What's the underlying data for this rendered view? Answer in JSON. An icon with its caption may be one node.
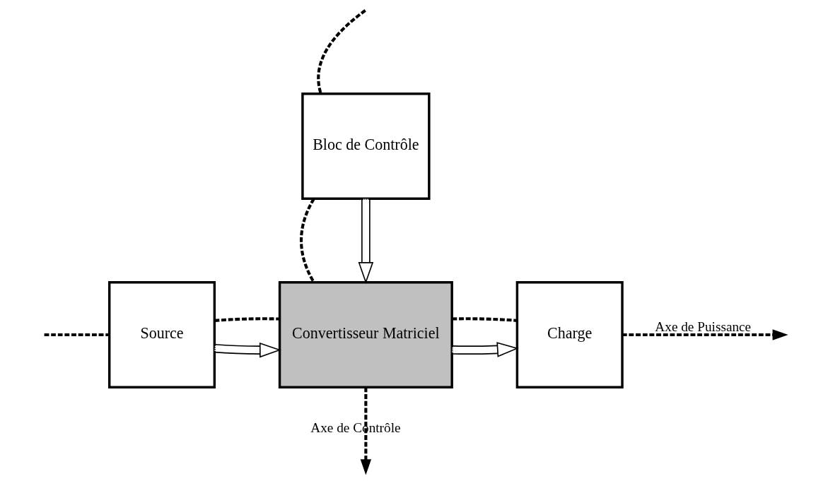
{
  "diagram": {
    "nodes": [
      {
        "text": [
          "Source"
        ]
      },
      {
        "text": [
          "Convertisseur Matriciel"
        ]
      },
      {
        "text": [
          "Charge"
        ]
      },
      {
        "text": [
          "Bloc de Contrôle"
        ]
      }
    ],
    "edges": [
      {
        "from": 0,
        "to": 1,
        "arrow": "to"
      },
      {
        "from": 1,
        "to": 2,
        "arrow": "to"
      },
      {
        "from": 3,
        "to": 1,
        "arrow": "to"
      },
      {
        "from": null,
        "to": 0,
        "arrow": "none",
        "style": "dashed"
      },
      {
        "from": 0,
        "to": 1,
        "arrow": "none",
        "style": "dashed"
      },
      {
        "from": 1,
        "to": 2,
        "arrow": "none",
        "style": "dashed"
      },
      {
        "from": 2,
        "to": null,
        "arrow": "to",
        "style": "dashed",
        "label": "Axe de Puissance"
      },
      {
        "from": null,
        "to": 3,
        "arrow": "none",
        "style": "dashed"
      },
      {
        "from": 3,
        "to": 1,
        "arrow": "none",
        "style": "dashed"
      },
      {
        "from": 1,
        "to": null,
        "arrow": "to",
        "style": "dashed",
        "label": "Axe de Contrôle"
      }
    ]
  }
}
